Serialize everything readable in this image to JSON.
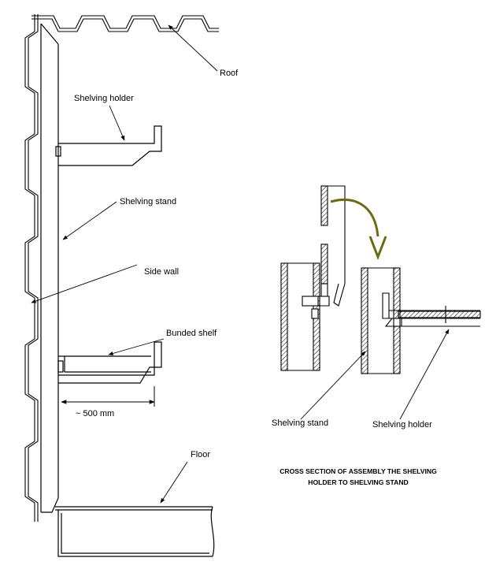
{
  "labels": {
    "roof": "Roof",
    "shelving_holder": "Shelving holder",
    "shelving_stand": "Shelving stand",
    "side_wall": "Side wall",
    "bunded_shelf": "Bunded shelf",
    "dimension": "~ 500 mm",
    "floor": "Floor",
    "cs_shelving_stand": "Shelving stand",
    "cs_shelving_holder": "Shelving holder"
  },
  "caption": {
    "line1": "Cross section of assembly the shelving",
    "line2": "holder to shelving stand"
  },
  "colors": {
    "line": "#000000",
    "arrow": "#6b6b10"
  }
}
